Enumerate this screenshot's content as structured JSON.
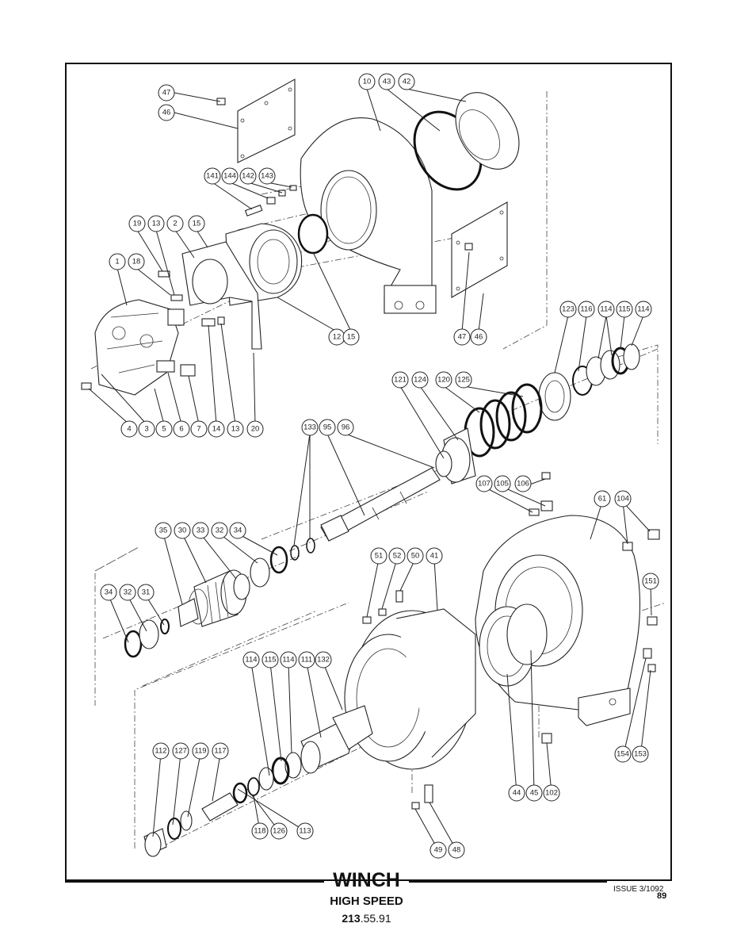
{
  "document": {
    "title": "WINCH",
    "subtitle": "HIGH SPEED",
    "part_number_prefix": "213",
    "part_number_suffix": ".55.91",
    "issue": "ISSUE 3/1092",
    "page_number": "89"
  },
  "callouts": [
    {
      "id": "c47a",
      "label": "47"
    },
    {
      "id": "c46a",
      "label": "46"
    },
    {
      "id": "c10",
      "label": "10"
    },
    {
      "id": "c43",
      "label": "43"
    },
    {
      "id": "c42",
      "label": "42"
    },
    {
      "id": "c141",
      "label": "141"
    },
    {
      "id": "c144",
      "label": "144"
    },
    {
      "id": "c142",
      "label": "142"
    },
    {
      "id": "c143",
      "label": "143"
    },
    {
      "id": "c19",
      "label": "19"
    },
    {
      "id": "c13a",
      "label": "13"
    },
    {
      "id": "c2",
      "label": "2"
    },
    {
      "id": "c15a",
      "label": "15"
    },
    {
      "id": "c1",
      "label": "1"
    },
    {
      "id": "c18",
      "label": "18"
    },
    {
      "id": "c12",
      "label": "12"
    },
    {
      "id": "c15b",
      "label": "15"
    },
    {
      "id": "c47b",
      "label": "47"
    },
    {
      "id": "c46b",
      "label": "46"
    },
    {
      "id": "c123",
      "label": "123"
    },
    {
      "id": "c116",
      "label": "116"
    },
    {
      "id": "c114a",
      "label": "114"
    },
    {
      "id": "c115a",
      "label": "115"
    },
    {
      "id": "c114b",
      "label": "114"
    },
    {
      "id": "c121",
      "label": "121"
    },
    {
      "id": "c124",
      "label": "124"
    },
    {
      "id": "c120",
      "label": "120"
    },
    {
      "id": "c125",
      "label": "125"
    },
    {
      "id": "c4",
      "label": "4"
    },
    {
      "id": "c3",
      "label": "3"
    },
    {
      "id": "c5",
      "label": "5"
    },
    {
      "id": "c6",
      "label": "6"
    },
    {
      "id": "c7",
      "label": "7"
    },
    {
      "id": "c14",
      "label": "14"
    },
    {
      "id": "c13b",
      "label": "13"
    },
    {
      "id": "c20",
      "label": "20"
    },
    {
      "id": "c133",
      "label": "133"
    },
    {
      "id": "c95",
      "label": "95"
    },
    {
      "id": "c96",
      "label": "96"
    },
    {
      "id": "c107",
      "label": "107"
    },
    {
      "id": "c105",
      "label": "105"
    },
    {
      "id": "c106",
      "label": "106"
    },
    {
      "id": "c61",
      "label": "61"
    },
    {
      "id": "c104",
      "label": "104"
    },
    {
      "id": "c35",
      "label": "35"
    },
    {
      "id": "c30",
      "label": "30"
    },
    {
      "id": "c33",
      "label": "33"
    },
    {
      "id": "c32a",
      "label": "32"
    },
    {
      "id": "c34a",
      "label": "34"
    },
    {
      "id": "c51",
      "label": "51"
    },
    {
      "id": "c52",
      "label": "52"
    },
    {
      "id": "c50",
      "label": "50"
    },
    {
      "id": "c41",
      "label": "41"
    },
    {
      "id": "c34b",
      "label": "34"
    },
    {
      "id": "c32b",
      "label": "32"
    },
    {
      "id": "c31",
      "label": "31"
    },
    {
      "id": "c151",
      "label": "151"
    },
    {
      "id": "c114c",
      "label": "114"
    },
    {
      "id": "c115b",
      "label": "115"
    },
    {
      "id": "c114d",
      "label": "114"
    },
    {
      "id": "c111",
      "label": "111"
    },
    {
      "id": "c132",
      "label": "132"
    },
    {
      "id": "c112",
      "label": "112"
    },
    {
      "id": "c127",
      "label": "127"
    },
    {
      "id": "c119",
      "label": "119"
    },
    {
      "id": "c117",
      "label": "117"
    },
    {
      "id": "c154",
      "label": "154"
    },
    {
      "id": "c153",
      "label": "153"
    },
    {
      "id": "c44",
      "label": "44"
    },
    {
      "id": "c45",
      "label": "45"
    },
    {
      "id": "c102",
      "label": "102"
    },
    {
      "id": "c118",
      "label": "118"
    },
    {
      "id": "c126",
      "label": "126"
    },
    {
      "id": "c113",
      "label": "113"
    },
    {
      "id": "c49",
      "label": "49"
    },
    {
      "id": "c48",
      "label": "48"
    }
  ]
}
